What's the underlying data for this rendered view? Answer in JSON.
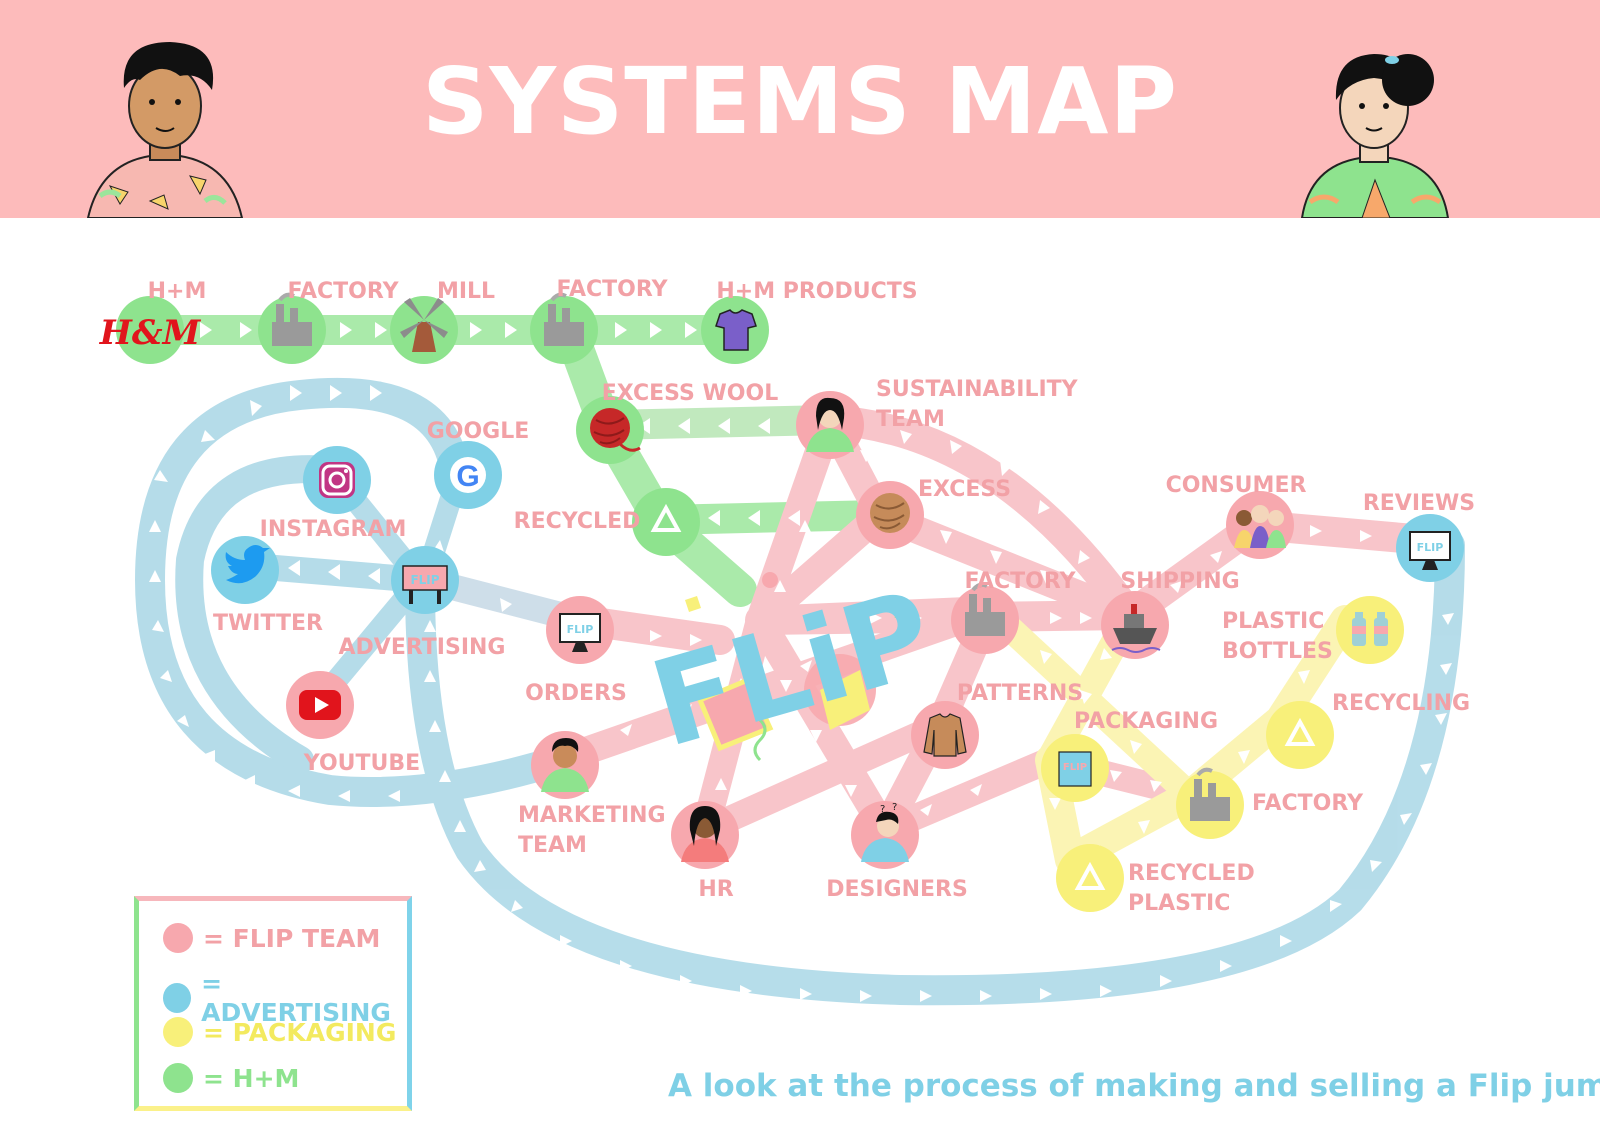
{
  "title": "SYSTEMS MAP",
  "colors": {
    "banner": "#fdbbbb",
    "flip_team": "#f7a8ae",
    "advertising": "#7fd0e6",
    "packaging": "#f8f07a",
    "hm": "#8ee38e",
    "label": "#f2a1a6"
  },
  "nodes": {
    "hm": {
      "label": "H+M",
      "logo": "H&M",
      "icon": "hm-logo-icon"
    },
    "factory1": {
      "label": "FACTORY",
      "icon": "factory-icon"
    },
    "mill": {
      "label": "MILL",
      "icon": "windmill-icon"
    },
    "factory2": {
      "label": "FACTORY",
      "icon": "factory-icon"
    },
    "hm_products": {
      "label": "H+M PRODUCTS",
      "icon": "tshirt-icon"
    },
    "excess_wool": {
      "label": "EXCESS WOOL",
      "icon": "yarn-icon"
    },
    "recycled": {
      "label": "RECYCLED",
      "icon": "recycle-icon"
    },
    "sustainability": {
      "label1": "SUSTAINABILITY",
      "label2": "TEAM",
      "icon": "person-icon"
    },
    "excess": {
      "label": "EXCESS",
      "icon": "yarn-icon"
    },
    "google": {
      "label": "GOOGLE",
      "icon": "google-icon"
    },
    "instagram": {
      "label": "INSTAGRAM",
      "icon": "instagram-icon"
    },
    "twitter": {
      "label": "TWITTER",
      "icon": "twitter-icon"
    },
    "advertising": {
      "label": "ADVERTISING",
      "icon": "billboard-icon"
    },
    "youtube": {
      "label": "YOUTUBE",
      "icon": "youtube-icon"
    },
    "orders": {
      "label": "ORDERS",
      "icon": "monitor-icon"
    },
    "marketing": {
      "label1": "MARKETING",
      "label2": "TEAM",
      "icon": "person-icon"
    },
    "hr": {
      "label": "HR",
      "icon": "person-icon"
    },
    "designers": {
      "label": "DESIGNERS",
      "icon": "designer-icon"
    },
    "factory3": {
      "label": "FACTORY",
      "icon": "factory-icon"
    },
    "patterns": {
      "label": "PATTERNS",
      "icon": "sweater-icon"
    },
    "shipping": {
      "label": "SHIPPING",
      "icon": "ship-icon"
    },
    "consumer": {
      "label": "CONSUMER",
      "icon": "people-icon"
    },
    "reviews": {
      "label": "REVIEWS",
      "icon": "monitor-icon"
    },
    "plastic_bottles": {
      "label1": "PLASTIC",
      "label2": "BOTTLES",
      "icon": "bottles-icon"
    },
    "recycling": {
      "label": "RECYCLING",
      "icon": "recycle-icon"
    },
    "packaging": {
      "label": "PACKAGING",
      "icon": "package-icon"
    },
    "factory4": {
      "label": "FACTORY",
      "icon": "factory-icon"
    },
    "recycled_plastic": {
      "label1": "RECYCLED",
      "label2": "PLASTIC",
      "icon": "recycle-icon"
    }
  },
  "center_logo": "FLiP",
  "legend": {
    "items": [
      {
        "text": "= FLIP TEAM",
        "color": "#f7a8ae"
      },
      {
        "text": "= ADVERTISING",
        "color": "#7fd0e6"
      },
      {
        "text": "= PACKAGING",
        "color": "#f8f07a"
      },
      {
        "text": "= H+M",
        "color": "#8ee38e"
      }
    ]
  },
  "caption": "A look at the process of making and selling a Flip jumper"
}
